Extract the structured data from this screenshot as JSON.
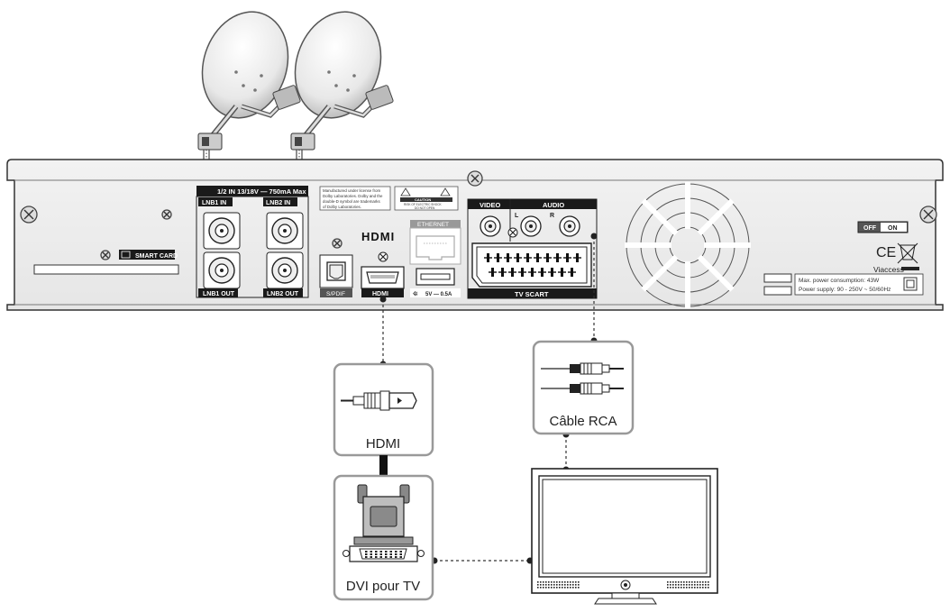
{
  "lnb_header": "1/2 IN 13/18V — 750mA Max",
  "smart_card": "SMART CARD",
  "lnb1_in": "LNB1 IN",
  "lnb2_in": "LNB2 IN",
  "lnb1_out": "LNB1 OUT",
  "lnb2_out": "LNB2 OUT",
  "dolby_text": [
    "Manufactured under license from",
    "Dolby Laboratories. Dolby and the",
    "double-D symbol are trademarks",
    "of Dolby Laboratories."
  ],
  "caution": "CAUTION",
  "caution_sub": [
    "RISK OF ELECTRIC SHOCK",
    "DO NOT OPEN"
  ],
  "hdmi_logo": "HDMI",
  "hdmi_port": "HDMI",
  "spdif": "S/PDIF",
  "ethernet": "ETHERNET",
  "usb": "5V — 0.5A",
  "video": "VIDEO",
  "audio": "AUDIO",
  "audio_l": "L",
  "audio_r": "R",
  "tv_scart": "TV SCART",
  "switch_off": "OFF",
  "switch_on": "ON",
  "ce_mark": "CE",
  "viaccess": "Viaccess",
  "power_lines": [
    "Max. power consumption: 43W",
    "Power supply: 90 - 250V ~ 50/60Hz"
  ],
  "box_hdmi": "HDMI",
  "box_rca": "Câble RCA",
  "box_dvi": "DVI pour TV"
}
